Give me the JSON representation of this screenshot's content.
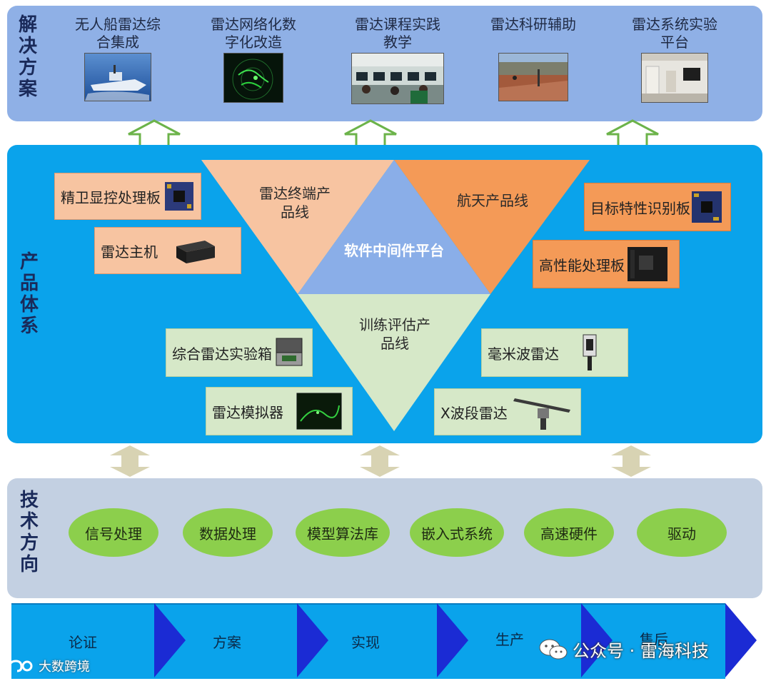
{
  "solutions": {
    "title": "解决方案",
    "items": [
      {
        "label": "无人船雷达综合集成",
        "line1": "无人船雷达综",
        "line2": "合集成"
      },
      {
        "label": "雷达网络化数字化改造",
        "line1": "雷达网络化数",
        "line2": "字化改造"
      },
      {
        "label": "雷达课程实践教学",
        "line1": "雷达课程实践",
        "line2": "教学"
      },
      {
        "label": "雷达科研辅助",
        "line1": "雷达科研辅助",
        "line2": ""
      },
      {
        "label": "雷达系统实验平台",
        "line1": "雷达系统实验",
        "line2": "平台"
      }
    ]
  },
  "products": {
    "title": "产品体系",
    "center": "软件中间件平台",
    "lines": {
      "terminal": {
        "line1": "雷达终端产",
        "line2": "品线"
      },
      "aerospace": {
        "line1": "航天产品线"
      },
      "training": {
        "line1": "训练评估产",
        "line2": "品线"
      }
    },
    "left_items": [
      "精卫显控处理板",
      "雷达主机",
      "综合雷达实验箱",
      "雷达模拟器"
    ],
    "right_items": [
      "目标特性识别板",
      "高性能处理板",
      "毫米波雷达",
      "X波段雷达"
    ]
  },
  "tech": {
    "title": "技术方向",
    "items": [
      "信号处理",
      "数据处理",
      "模型算法库",
      "嵌入式系统",
      "高速硬件",
      "驱动"
    ]
  },
  "process": {
    "stages": [
      "论证",
      "方案",
      "实现",
      "生产",
      "售后"
    ]
  },
  "watermarks": {
    "wechat": "公众号 · 雷海科技",
    "logo": "大数跨境"
  },
  "colors": {
    "solutions_bg": "#8fb0e6",
    "products_bg": "#0aa3eb",
    "tech_bg": "#c3d0e2",
    "ellipse": "#8ccf4c",
    "peach": "#f7c4a1",
    "orange": "#f49a57",
    "light_green": "#d6e8c8",
    "center_blue": "#8aaee8",
    "chevron": "#1b2bd4"
  }
}
